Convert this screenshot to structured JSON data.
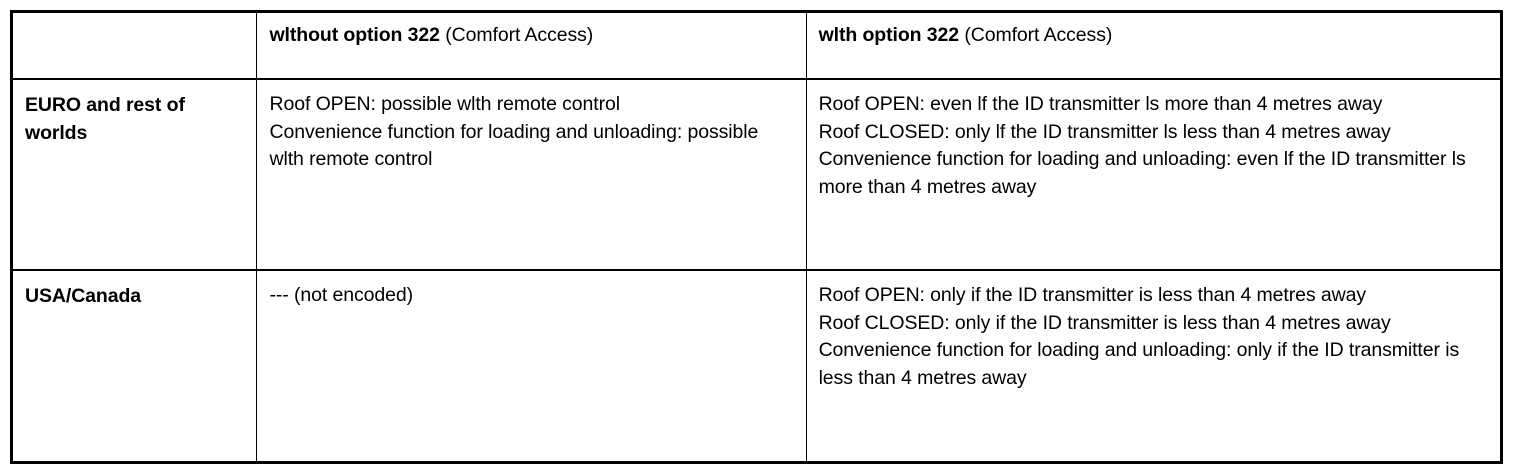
{
  "table": {
    "columns": [
      {
        "key": "region",
        "header_strong": "",
        "header_rest": ""
      },
      {
        "key": "without_option",
        "header_strong": "wlthout option 322",
        "header_rest": " (Comfort Access)"
      },
      {
        "key": "with_option",
        "header_strong": "wlth option 322",
        "header_rest": " (Comfort Access)"
      }
    ],
    "rows": [
      {
        "region": "EURO and rest of worlds",
        "without_option": [
          "Roof OPEN: possible wlth remote control",
          "Convenience function for loading and unloading: possible wlth remote control"
        ],
        "with_option": [
          "Roof OPEN: even lf the ID transmitter ls more than 4 metres away",
          "Roof CLOSED: only lf the ID transmitter ls less than 4 metres away",
          "Convenience function for loading and unloading: even lf the ID transmitter ls more than 4 metres away"
        ]
      },
      {
        "region": "USA/Canada",
        "without_option": [
          "--- (not encoded)"
        ],
        "with_option": [
          "Roof OPEN: only if the ID transmitter is less than 4 metres away",
          "Roof CLOSED: only if the ID transmitter is less than 4 metres away",
          "Convenience function for loading and unloading: only if the ID transmitter is less than 4 metres away"
        ]
      }
    ]
  },
  "style": {
    "border_color": "#000000",
    "text_color": "#000000",
    "background": "#ffffff"
  }
}
